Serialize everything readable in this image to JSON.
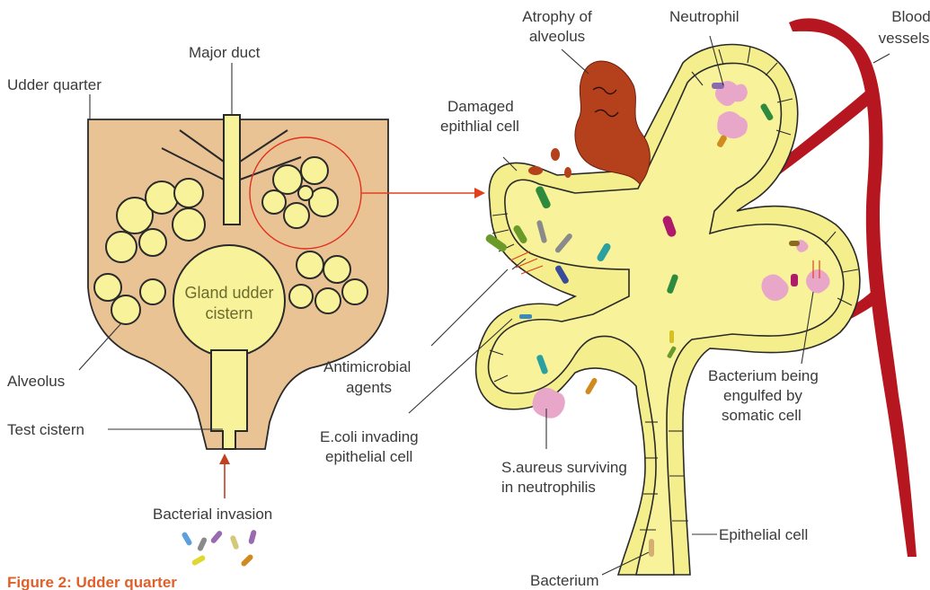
{
  "figure_caption": "Figure 2: Udder quarter",
  "left_labels": {
    "udder_quarter": "Udder quarter",
    "major_duct": "Major duct",
    "gland_cistern_line1": "Gland udder",
    "gland_cistern_line2": "cistern",
    "alveolus": "Alveolus",
    "test_cistern": "Test cistern",
    "bacterial_invasion": "Bacterial invasion"
  },
  "right_labels": {
    "atrophy_line1": "Atrophy of",
    "atrophy_line2": "alveolus",
    "neutrophil": "Neutrophil",
    "blood_line1": "Blood",
    "blood_line2": "vessels",
    "damaged_line1": "Damaged",
    "damaged_line2": "epithlial cell",
    "antimicrobial_line1": "Antimicrobial",
    "antimicrobial_line2": "agents",
    "ecoli_line1": "E.coli invading",
    "ecoli_line2": "epithelial cell",
    "saureus_line1": "S.aureus surviving",
    "saureus_line2": "in neutrophilis",
    "engulfed_line1": "Bacterium being",
    "engulfed_line2": "engulfed by",
    "engulfed_line3": "somatic cell",
    "epithelial_cell": "Epithelial cell",
    "bacterium": "Bacterium"
  },
  "colors": {
    "udder_tissue": "#eac395",
    "gland_fill": "#f8f39a",
    "epithelium": "#f5ee8c",
    "blood_vessel": "#b5161f",
    "atrophy": "#b5401c",
    "neutrophil": "#e8a7c9",
    "focus_circle": "#e0301e",
    "arrow": "#e0401e",
    "caption": "#e0602a"
  },
  "bacteria_colors": [
    "#2e8b3d",
    "#8a8a8a",
    "#3a4a9a",
    "#2aa0a0",
    "#b01a6a",
    "#d08a20",
    "#6a9a2a",
    "#8a6ab0",
    "#d4c87a"
  ]
}
